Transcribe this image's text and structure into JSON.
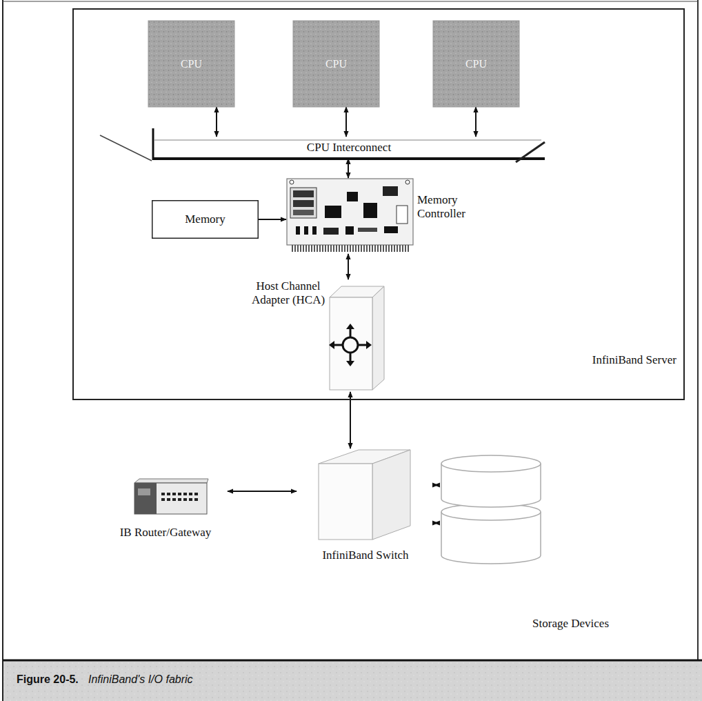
{
  "diagram": {
    "caption": "InfiniBand's I/O fabric",
    "nodes": [
      {
        "text": [
          "InfiniBand Server"
        ]
      },
      {
        "text": [
          "CPU"
        ],
        "in": 0
      },
      {
        "text": [
          "CPU"
        ],
        "in": 0
      },
      {
        "text": [
          "CPU"
        ],
        "in": 0
      },
      {
        "text": [
          "CPU Interconnect"
        ],
        "in": 0
      },
      {
        "text": [
          "Memory"
        ],
        "in": 0
      },
      {
        "text": [
          "Memory Controller"
        ],
        "in": 0
      },
      {
        "text": [
          "Host Channel Adapter (HCA)"
        ],
        "in": 0
      },
      {
        "text": [
          "InfiniBand Switch"
        ]
      },
      {
        "text": [
          "IB Router/Gateway"
        ]
      },
      {
        "text": [
          "Storage Devices"
        ]
      }
    ],
    "edges": [
      {
        "from": 1,
        "to": 4,
        "arrow": "both"
      },
      {
        "from": 2,
        "to": 4,
        "arrow": "both"
      },
      {
        "from": 3,
        "to": 4,
        "arrow": "both"
      },
      {
        "from": 4,
        "to": 6,
        "arrow": "both"
      },
      {
        "from": 5,
        "to": 6,
        "arrow": "to"
      },
      {
        "from": 6,
        "to": 7,
        "arrow": "both"
      },
      {
        "from": 7,
        "to": 8,
        "arrow": "both"
      },
      {
        "from": 9,
        "to": 8,
        "arrow": "both"
      },
      {
        "from": 8,
        "to": 10,
        "arrow": "both"
      },
      {
        "from": 8,
        "to": 10,
        "arrow": "both"
      }
    ],
    "labels": [
      "Figure 20-5."
    ]
  }
}
